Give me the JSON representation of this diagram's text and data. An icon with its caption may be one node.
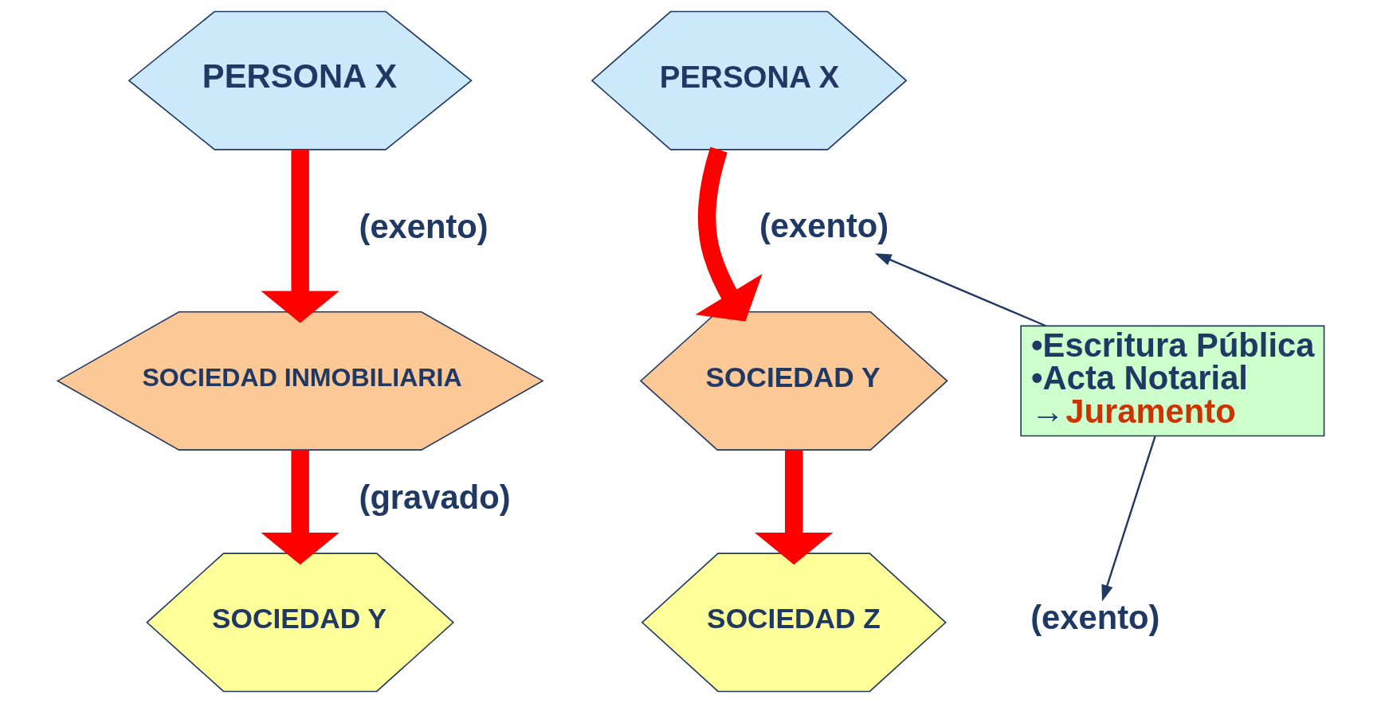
{
  "diagram": {
    "nodes": [
      {
        "text": [
          "PERSONA X"
        ]
      },
      {
        "text": [
          "SOCIEDAD INMOBILIARIA"
        ]
      },
      {
        "text": [
          "SOCIEDAD Y"
        ]
      },
      {
        "text": [
          "PERSONA X"
        ]
      },
      {
        "text": [
          "SOCIEDAD Y"
        ]
      },
      {
        "text": [
          "SOCIEDAD Z"
        ]
      },
      {
        "text": [
          "•Escritura Pública",
          "•Acta Notarial",
          "→",
          "Juramento"
        ]
      },
      {
        "text": [
          "(exento)"
        ]
      },
      {
        "text": [
          "(exento)"
        ]
      }
    ],
    "edges": [
      {
        "from": 0,
        "to": 1,
        "arrow": "to",
        "label": "(exento)"
      },
      {
        "from": 1,
        "to": 2,
        "arrow": "to",
        "label": "(gravado)"
      },
      {
        "from": 3,
        "to": 4,
        "arrow": "to"
      },
      {
        "from": 4,
        "to": 5,
        "arrow": "to"
      },
      {
        "from": 6,
        "to": 7,
        "arrow": "to",
        "color": "#1f3864"
      },
      {
        "from": 6,
        "to": 8,
        "arrow": "to",
        "color": "#1f3864"
      }
    ]
  }
}
